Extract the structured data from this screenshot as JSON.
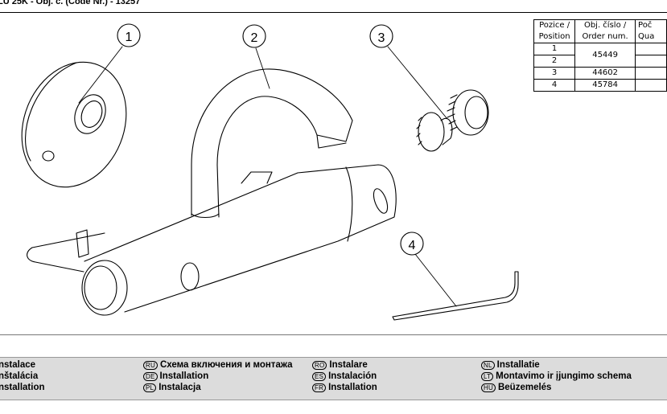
{
  "document_title": "LU 25K - Obj. c. (Code Nr.) - 13257",
  "callouts": [
    "1",
    "2",
    "3",
    "4"
  ],
  "parts_table": {
    "headers_line1": [
      "Pozice /",
      "Obj. číslo /",
      "Poč"
    ],
    "headers_line2": [
      "Position",
      "Order num.",
      "Qua"
    ],
    "rows": [
      {
        "position": "1",
        "order": "45449"
      },
      {
        "position": "2",
        "order": ""
      },
      {
        "position": "3",
        "order": "44602"
      },
      {
        "position": "4",
        "order": "45784"
      }
    ]
  },
  "installation_labels": {
    "col1": [
      {
        "code": "",
        "text": "nstalace"
      },
      {
        "code": "",
        "text": "nštalácia"
      },
      {
        "code": "",
        "text": "nstallation"
      }
    ],
    "col2": [
      {
        "code": "RU",
        "text": "Схема включения и монтажа"
      },
      {
        "code": "DE",
        "text": "Installation"
      },
      {
        "code": "PL",
        "text": "Instalacja"
      }
    ],
    "col3": [
      {
        "code": "RO",
        "text": "Instalare"
      },
      {
        "code": "ES",
        "text": "Instalación"
      },
      {
        "code": "FR",
        "text": "Installation"
      }
    ],
    "col4": [
      {
        "code": "NL",
        "text": "Installatie"
      },
      {
        "code": "LT",
        "text": "Montavimo ir įjungimo schema"
      },
      {
        "code": "HU",
        "text": "Beüzemelés"
      }
    ]
  }
}
